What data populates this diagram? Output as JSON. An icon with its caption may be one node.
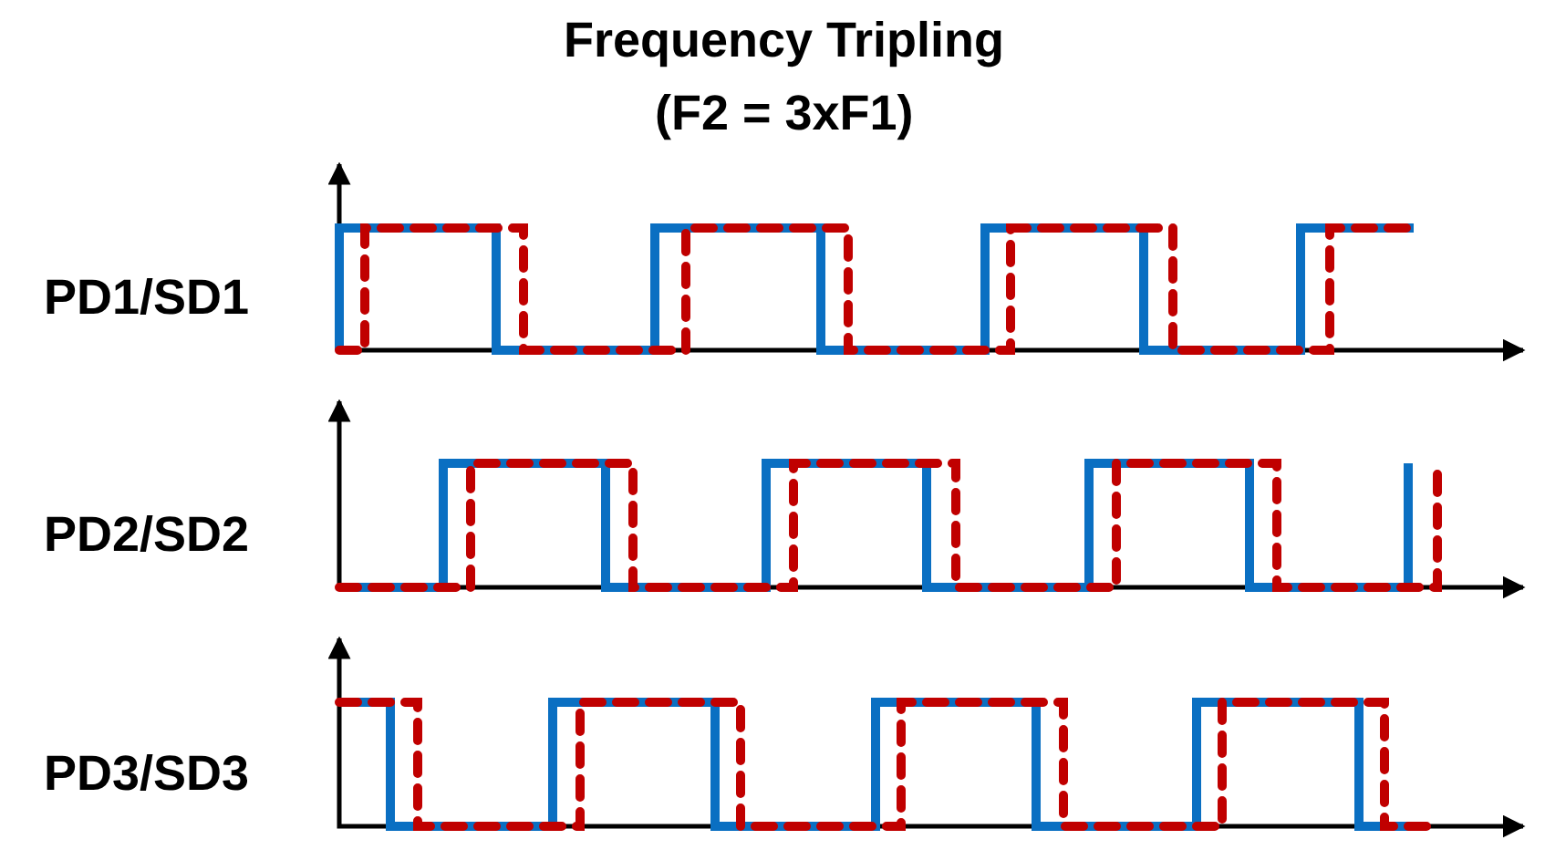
{
  "diagram": {
    "title": "Frequency Tripling",
    "labels": [
      "(F2 = 3xF1)",
      "PD1/SD1",
      "PD2/SD2",
      "PD3/SD3"
    ]
  }
}
